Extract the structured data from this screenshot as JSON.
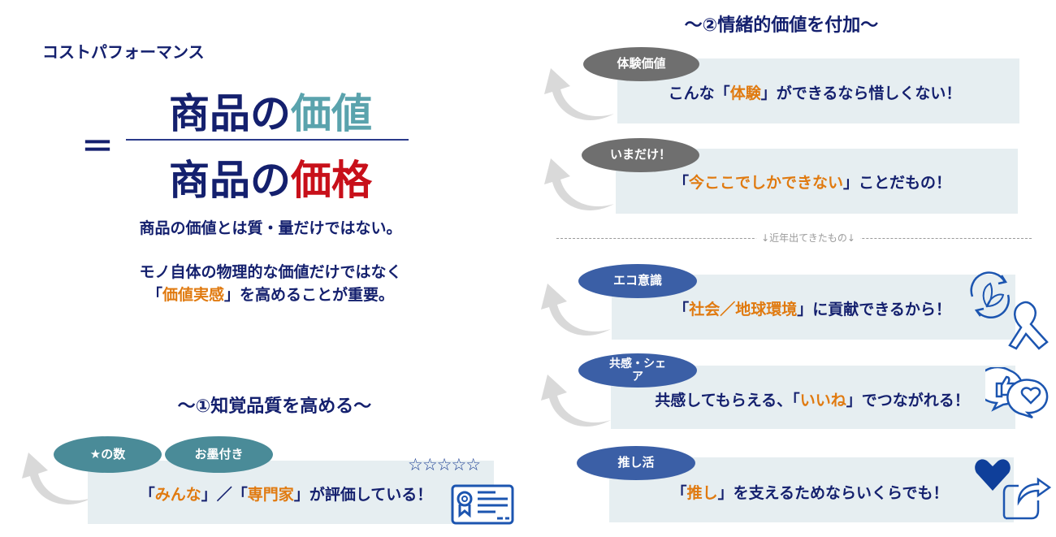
{
  "left": {
    "heading": "コストパフォーマンス",
    "equals": "＝",
    "numerator": {
      "prefix": "商品の",
      "highlight": "価値"
    },
    "denominator": {
      "prefix": "商品の",
      "highlight": "価格"
    },
    "note1": "商品の価値とは質・量だけではない。",
    "note2": "モノ自体の物理的な価値だけではなく",
    "note3": {
      "open": "「",
      "highlight": "価値実感",
      "rest": "」を高めることが重要。"
    },
    "section_title": "～①知覚品質を高める～",
    "pills": [
      "★の数",
      "お墨付き"
    ],
    "message": {
      "p1": "「",
      "h1": "みんな",
      "p2": "」／「",
      "h2": "専門家",
      "p3": "」が評価している！"
    },
    "stars": "☆☆☆☆☆"
  },
  "right": {
    "section_title": "～②情緒的価値を付加～",
    "divider_label": "↓近年出てきたもの↓",
    "items": [
      {
        "pill": "体験価値",
        "pre": "こんな「",
        "hl": "体験",
        "post": "」ができるなら惜しくない！"
      },
      {
        "pill": "いまだけ！",
        "pre": "「",
        "hl": "今ここでしかできない",
        "post": "」ことだもの！"
      },
      {
        "pill": "エコ意識",
        "pre": "「",
        "hl": "社会／地球環境",
        "post": "」に貢献できるから！"
      },
      {
        "pill": "共感・シェア",
        "pre": "共感してもらえる、「",
        "hl": "いいね",
        "post": "」でつながれる！"
      },
      {
        "pill": "推し活",
        "pre": "「",
        "hl": "推し",
        "post": "」を支えるためならいくらでも！"
      }
    ]
  },
  "colors": {
    "navy": "#14206e",
    "orange": "#e07a10",
    "teal": "#5aa3ad",
    "red": "#c8101a",
    "pill_gray": "#6f6f6f",
    "pill_blue": "#3b5fa6",
    "pill_teal": "#4a8b98",
    "box_bg": "#e6eef1"
  }
}
